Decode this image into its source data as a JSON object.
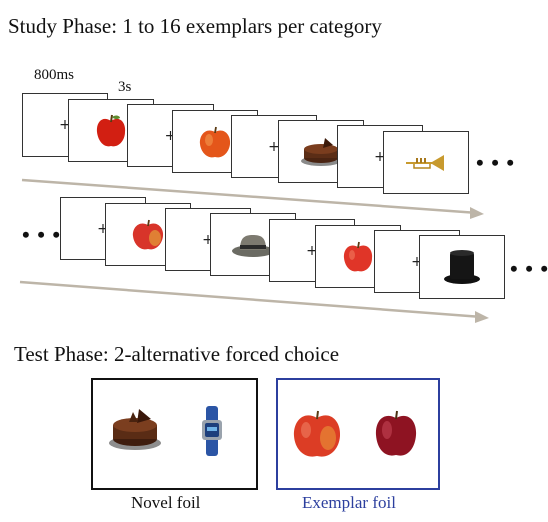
{
  "study_phase": {
    "title": "Study Phase:   1 to 16 exemplars per category",
    "fixation_duration": "800ms",
    "stimulus_duration": "3s",
    "ellipsis": "• • •",
    "row1": [
      {
        "content": "fixation",
        "icon": "fixation-cross-icon"
      },
      {
        "content": "stimulus",
        "icon": "red-apple-icon"
      },
      {
        "content": "fixation",
        "icon": "fixation-cross-icon"
      },
      {
        "content": "stimulus",
        "icon": "orange-apple-icon"
      },
      {
        "content": "fixation",
        "icon": "fixation-cross-icon"
      },
      {
        "content": "stimulus",
        "icon": "chocolate-cake-icon"
      },
      {
        "content": "fixation",
        "icon": "fixation-cross-icon"
      },
      {
        "content": "stimulus",
        "icon": "trumpet-icon"
      }
    ],
    "row2": [
      {
        "content": "fixation",
        "icon": "fixation-cross-icon"
      },
      {
        "content": "stimulus",
        "icon": "red-green-apple-icon"
      },
      {
        "content": "fixation",
        "icon": "fixation-cross-icon"
      },
      {
        "content": "stimulus",
        "icon": "fedora-hat-icon"
      },
      {
        "content": "fixation",
        "icon": "fixation-cross-icon"
      },
      {
        "content": "stimulus",
        "icon": "apple-icon"
      },
      {
        "content": "fixation",
        "icon": "fixation-cross-icon"
      },
      {
        "content": "stimulus",
        "icon": "top-hat-icon"
      }
    ]
  },
  "test_phase": {
    "title": "Test Phase: 2-alternative forced choice",
    "novel_foil": {
      "label": "Novel foil",
      "border_color": "#111111",
      "items": [
        "chocolate-cake-icon",
        "wristwatch-icon"
      ]
    },
    "exemplar_foil": {
      "label": "Exemplar foil",
      "border_color": "#2c3f9e",
      "label_color": "#2c3f9e",
      "items": [
        "red-apple-icon",
        "dark-red-apple-icon"
      ]
    }
  },
  "colors": {
    "arrow": "#bdb5a8",
    "frame_border": "#333333"
  }
}
